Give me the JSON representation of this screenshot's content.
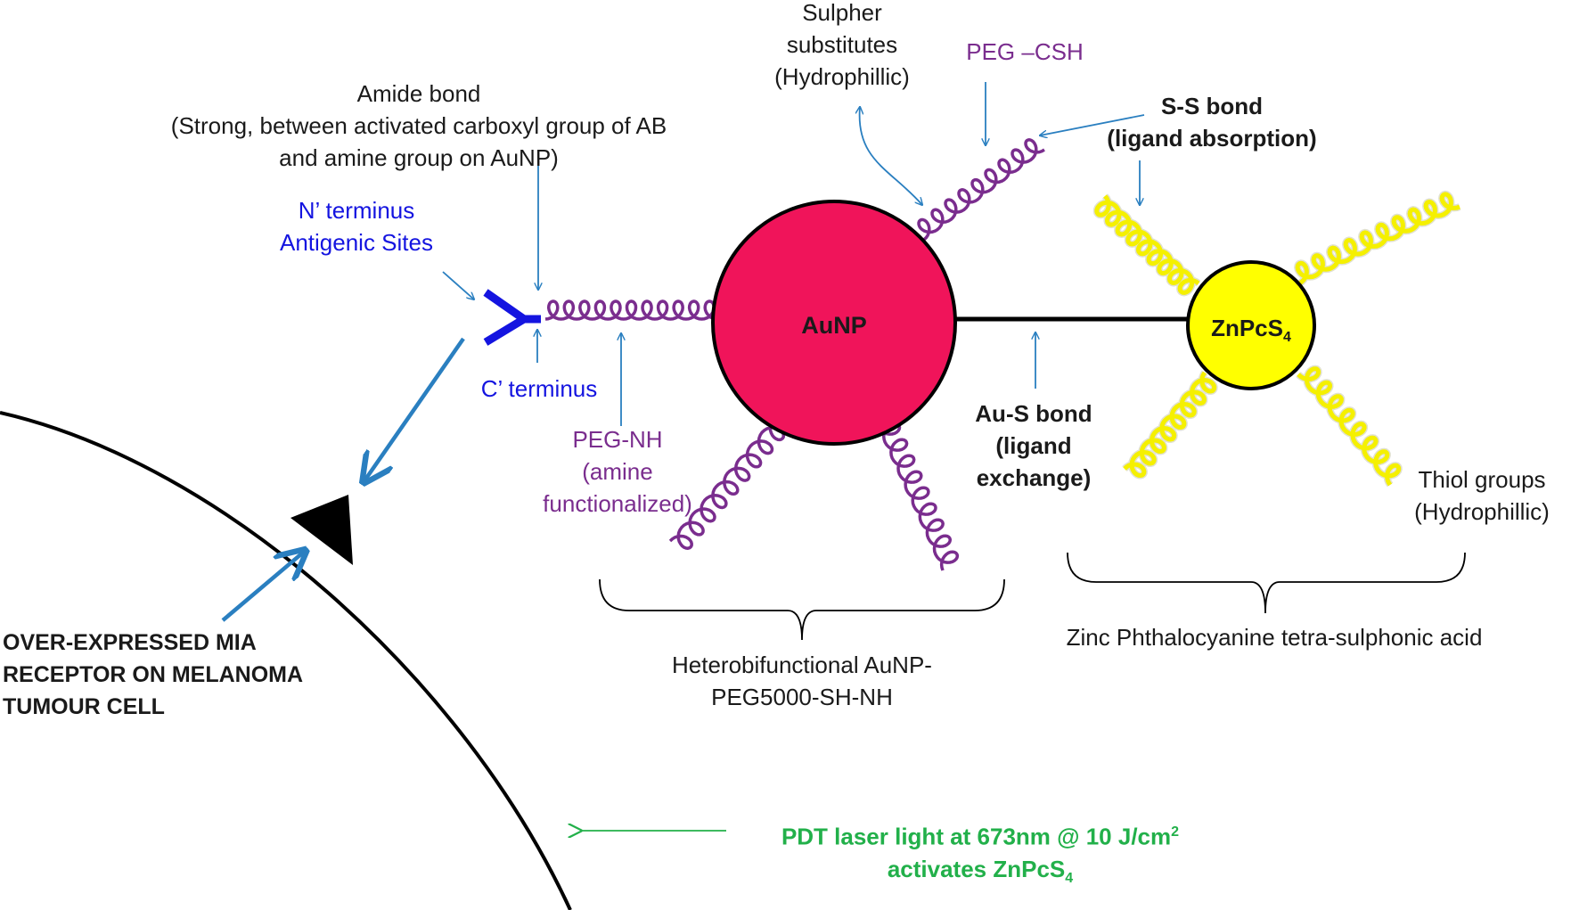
{
  "labels": {
    "amide_bond": [
      "Amide bond",
      "(Strong, between activated carboxyl group of AB",
      "and amine group on AuNP)"
    ],
    "n_terminus": [
      "N’ terminus",
      "Antigenic Sites"
    ],
    "c_terminus": "C’ terminus",
    "peg_nh": [
      "PEG-NH",
      "(amine",
      "functionalized)"
    ],
    "sulpher": [
      "Sulpher",
      "substitutes",
      "(Hydrophillic)"
    ],
    "peg_csh": "PEG –CSH",
    "ss_bond": [
      "S-S bond",
      "(ligand absorption)"
    ],
    "au_s_bond": [
      "Au-S bond",
      "(ligand",
      "exchange)"
    ],
    "thiol": [
      "Thiol groups",
      "(Hydrophillic)"
    ],
    "aunp_caption": [
      "Heterobifunctional AuNP-",
      "PEG5000-SH-NH"
    ],
    "znpc_caption": "Zinc Phthalocyanine tetra-sulphonic acid",
    "receptor": [
      "OVER-EXPRESSED MIA",
      "RECEPTOR ON MELANOMA",
      "TUMOUR CELL"
    ],
    "pdt_line1": "PDT laser light at 673nm @ 10 J/cm",
    "pdt_sup": "2",
    "pdt_line2": "activates ZnPcS",
    "pdt_sub": "4"
  },
  "nodes": {
    "aunp": "AuNP",
    "znpc": "ZnPcS",
    "znpc_sub": "4"
  },
  "colors": {
    "aunp_fill": "#f0145a",
    "znpc_fill": "#ffff00",
    "peg_coil": "#7a2d8e",
    "thiol_coil": "#f5f000",
    "arrow_blue": "#2a7fc0",
    "antibody": "#1414e0",
    "laser_green": "#22b04a"
  }
}
